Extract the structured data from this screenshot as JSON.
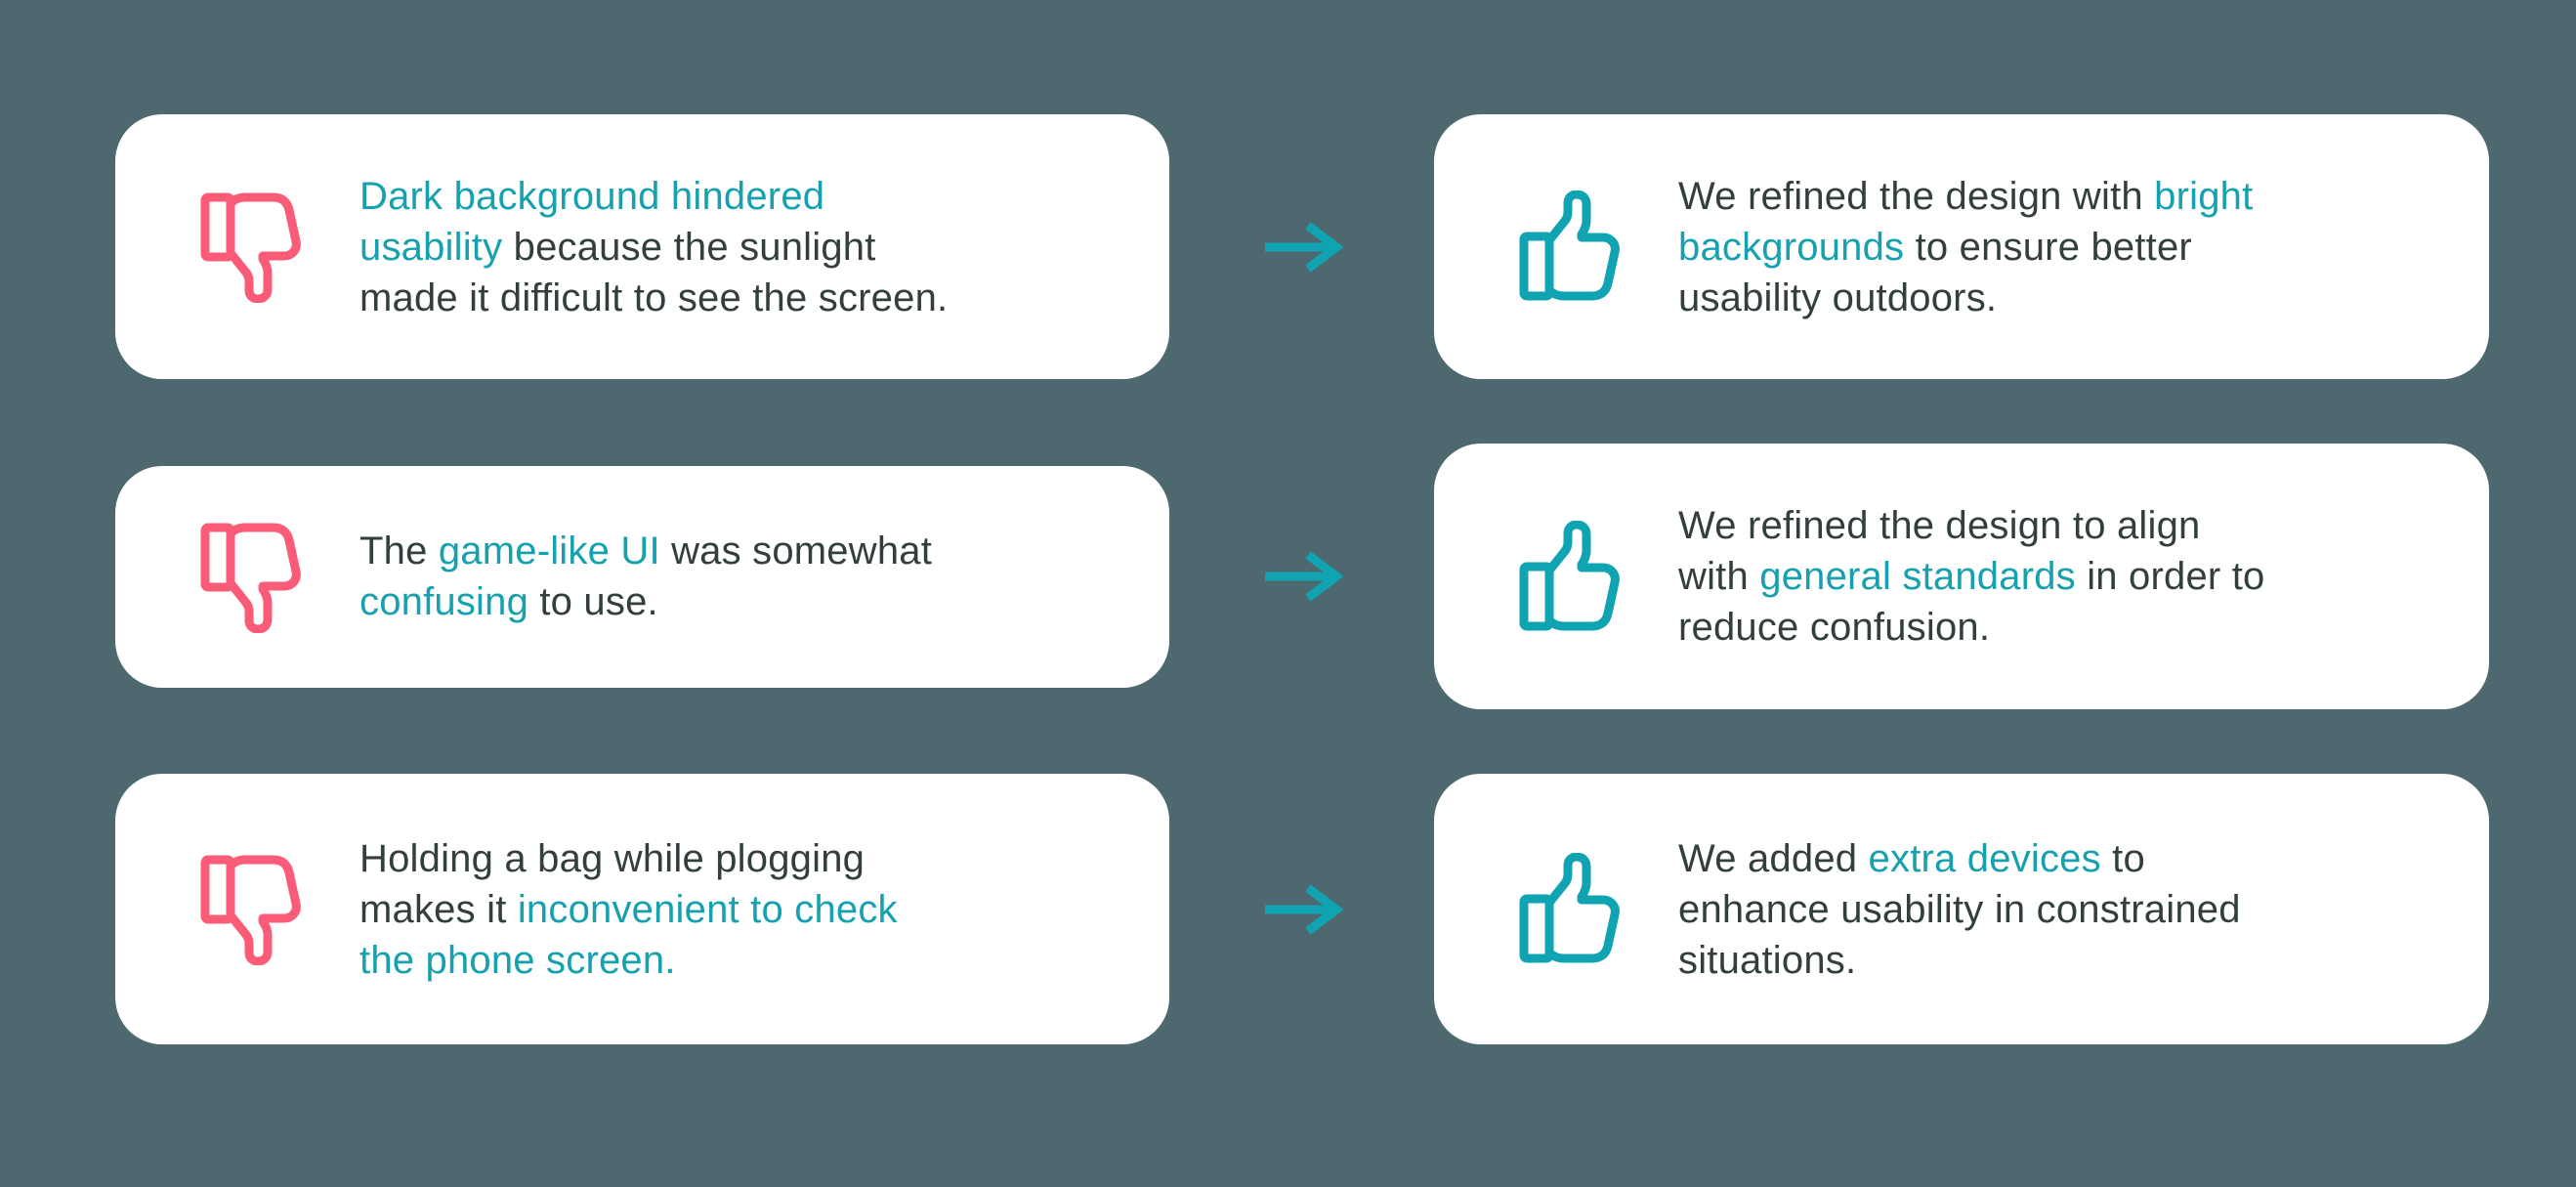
{
  "colors": {
    "page_bg": "#4E6870",
    "card_bg": "#FFFFFF",
    "accent_teal": "#17A1AF",
    "icon_teal": "#10A3B1",
    "pink": "#FA5C78",
    "text_dark": "#333F3A"
  },
  "rows": [
    {
      "problem": {
        "icon": "thumbs-down-icon",
        "segments": [
          {
            "text": "Dark background hindered\nusability",
            "highlight": true
          },
          {
            "text": " because the sunlight\nmade it difficult to see the screen.",
            "highlight": false
          }
        ]
      },
      "connector": "right-arrow-icon",
      "solution": {
        "icon": "thumbs-up-icon",
        "segments": [
          {
            "text": "We refined the design with ",
            "highlight": false
          },
          {
            "text": "bright\nbackgrounds",
            "highlight": true
          },
          {
            "text": " to ensure better\nusability outdoors.",
            "highlight": false
          }
        ]
      }
    },
    {
      "problem": {
        "icon": "thumbs-down-icon",
        "segments": [
          {
            "text": "The ",
            "highlight": false
          },
          {
            "text": "game-like UI",
            "highlight": true
          },
          {
            "text": " was somewhat\n",
            "highlight": false
          },
          {
            "text": "confusing",
            "highlight": true
          },
          {
            "text": " to use.",
            "highlight": false
          }
        ]
      },
      "connector": "right-arrow-icon",
      "solution": {
        "icon": "thumbs-up-icon",
        "segments": [
          {
            "text": "We refined the design to align\nwith ",
            "highlight": false
          },
          {
            "text": "general standards",
            "highlight": true
          },
          {
            "text": " in order to\nreduce confusion.",
            "highlight": false
          }
        ]
      }
    },
    {
      "problem": {
        "icon": "thumbs-down-icon",
        "segments": [
          {
            "text": "Holding a bag while plogging\nmakes it ",
            "highlight": false
          },
          {
            "text": "inconvenient to check\nthe phone screen.",
            "highlight": true
          }
        ]
      },
      "connector": "right-arrow-icon",
      "solution": {
        "icon": "thumbs-up-icon",
        "segments": [
          {
            "text": "We added ",
            "highlight": false
          },
          {
            "text": "extra devices",
            "highlight": true
          },
          {
            "text": " to\nenhance usability in constrained\nsituations.",
            "highlight": false
          }
        ]
      }
    }
  ]
}
